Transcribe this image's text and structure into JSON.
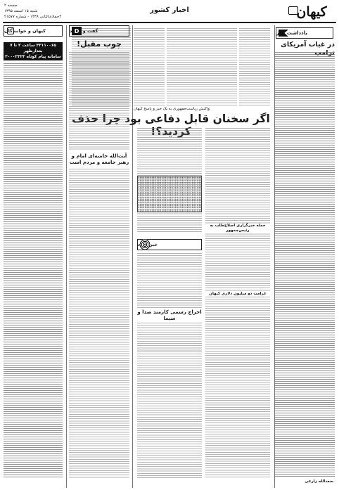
{
  "masthead": {
    "logo_text": "کیهان",
    "section_title": "اخبار کشور",
    "issue_line1": "صفحه ۲",
    "issue_line2": "شنبه ۱۵ اسفند ۱۳۹۵",
    "issue_line3": "۴جمادی‌الثانی ۱۴۳۸ - شماره ۲۱۵۷۷"
  },
  "editorial": {
    "tag": "یادداشت روز",
    "headline": "در غیاب آمریکای ترامپ",
    "signature": "سعدالله زارعی"
  },
  "main_story": {
    "kicker": "واکنش ریاست‌جمهوری به یک خبر و پاسخ کیهان",
    "headline": "اگر سخنان قابل دفاعی بود چرا حذف کردید؟!"
  },
  "middle_column": {
    "label": "گفت و شنود",
    "headline": "چوب مقبل!",
    "sub_headline": "آیت‌الله خامنه‌ای امام و رهبر جامعه و مردم است"
  },
  "column_two": {
    "label": "خبر ویژه",
    "headline_1": "حمله خبرگزاری اصلاح‌طلب به رئیس‌جمهور",
    "headline_2": "اخراج رسمی کارمند صدا و سیما",
    "headline_3": "غرامت دو میلیون دلاری کیهان"
  },
  "readers": {
    "tag": "کیهان و خوانندگان",
    "contact_line1": "۳۳۱۱۰۰۶۵ ساعت ۲ تا ۷ بعدازظهر",
    "contact_line2": "سامانه پیام کوتاه ۳۰۰۰۲۳۲۳"
  }
}
